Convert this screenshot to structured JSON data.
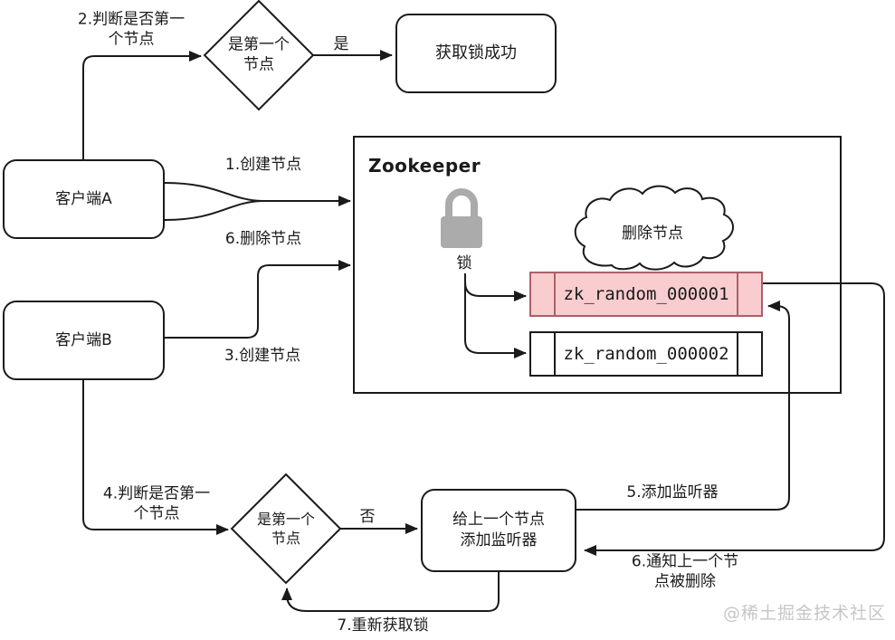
{
  "container": {
    "title": "Zookeeper"
  },
  "nodes": {
    "client_a": "客户端A",
    "client_b": "客户端B",
    "acquire_success": "获取锁成功",
    "decision_top": "是第一个\n节点",
    "decision_bottom": "是第一个\n节点",
    "add_watcher": "给上一个节点\n添加监听器",
    "cloud": "删除节点",
    "znode1": "zk_random_000001",
    "znode2": "zk_random_000002",
    "lock": "锁"
  },
  "labels": {
    "step1_create": "1.创建节点",
    "step2_check": "2.判断是否第一\n个节点",
    "step3_create": "3.创建节点",
    "step4_check": "4.判断是否第一\n个节点",
    "step5_watch": "5.添加监听器",
    "step6_delete": "6.删除节点",
    "step6_notify": "6.通知上一个节\n点被删除",
    "step7_retry": "7.重新获取锁",
    "yes": "是",
    "no": "否"
  },
  "watermark": "@稀土掘金技术社区",
  "colors": {
    "line": "#1a1a1a",
    "highlight_fill": "#f9cdcf",
    "highlight_border": "#ad5f66",
    "lock_gray": "#ababab",
    "watermark_gray": "#c6c6c6",
    "background": "#ffffff"
  }
}
